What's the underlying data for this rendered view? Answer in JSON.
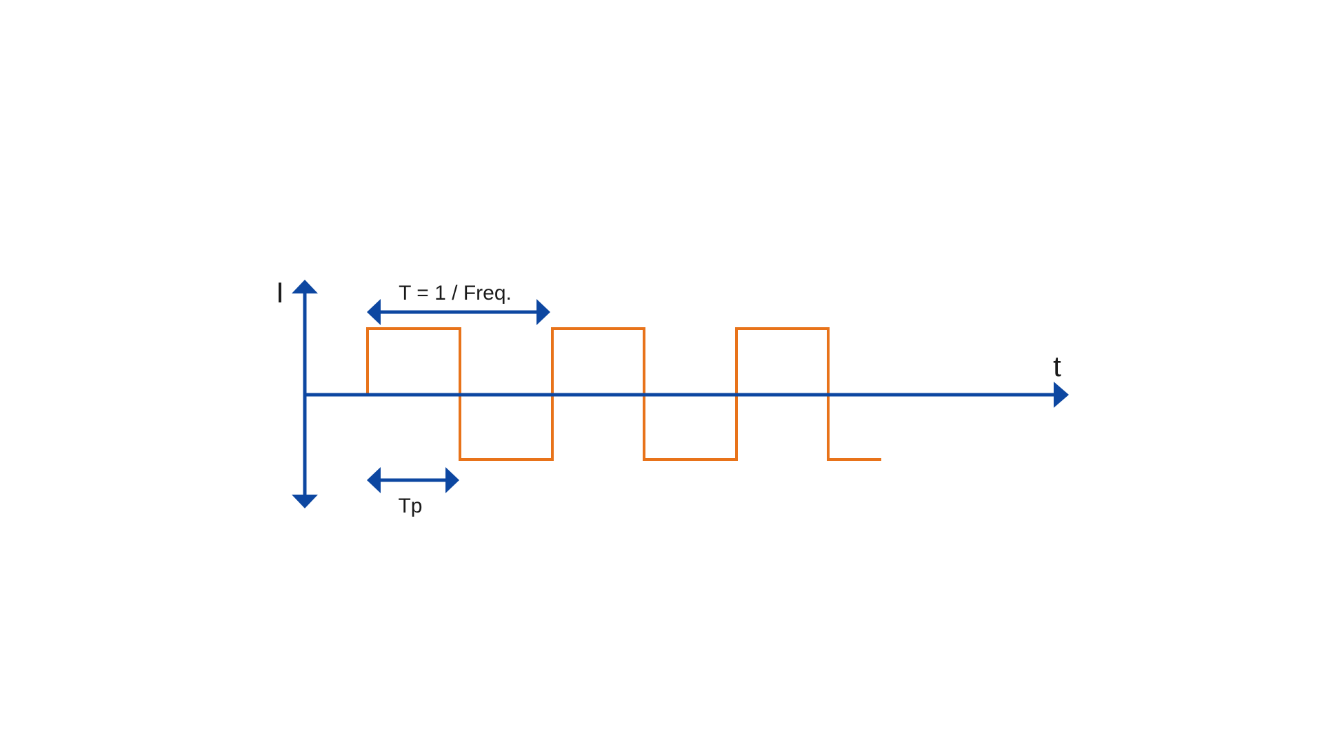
{
  "axes": {
    "y_label": "I",
    "x_label": "t"
  },
  "annotations": {
    "period_label": "T = 1 / Freq.",
    "pulse_width_label": "Tp"
  },
  "colors": {
    "axis": "#0d47a1",
    "signal": "#e8731a",
    "text": "#1a1a1a",
    "background": "#ffffff"
  }
}
